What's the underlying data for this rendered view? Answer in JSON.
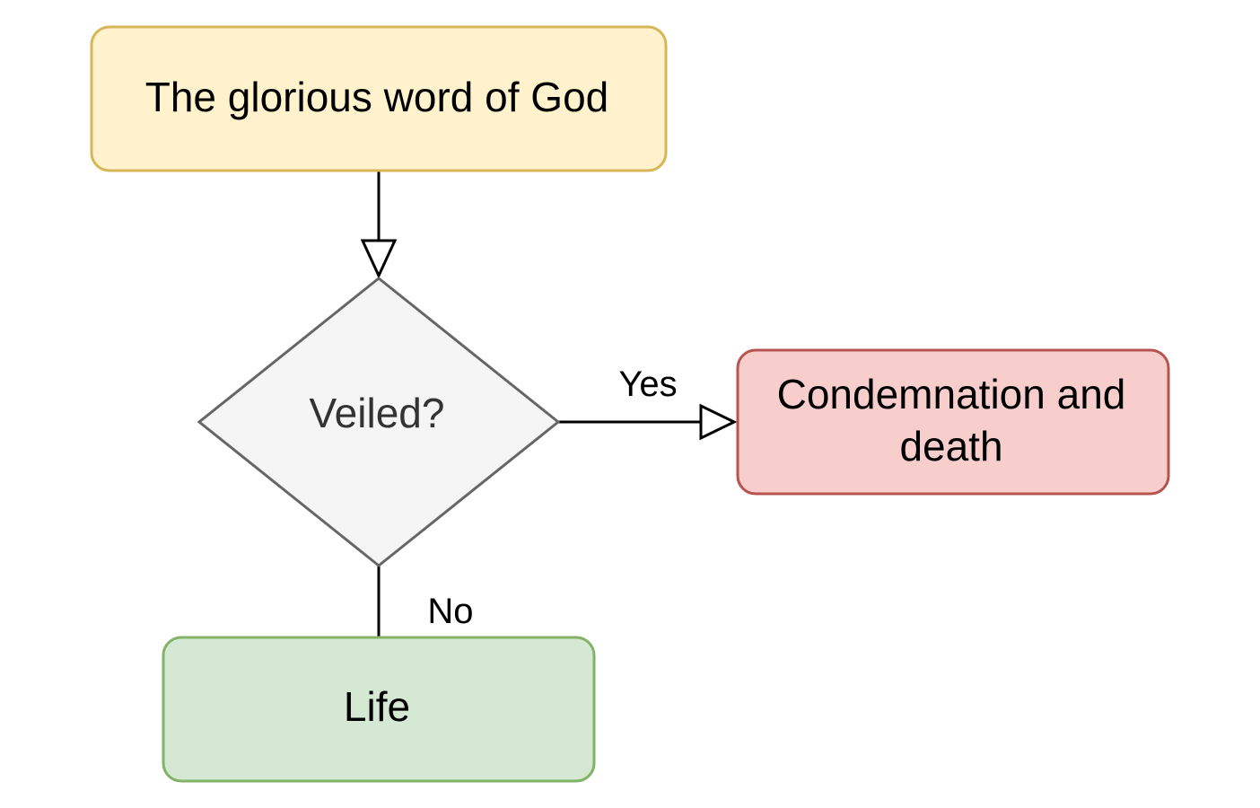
{
  "diagram": {
    "nodes": {
      "start": {
        "label": "The glorious word of God",
        "fill": "#fff2cc",
        "stroke": "#d6b656"
      },
      "decision": {
        "label": "Veiled?",
        "fill": "#f5f5f5",
        "stroke": "#666666"
      },
      "condemnation": {
        "label_line1": "Condemnation and",
        "label_line2": "death",
        "fill": "#f8cecc",
        "stroke": "#b85450"
      },
      "life": {
        "label": "Life",
        "fill": "#d5e8d4",
        "stroke": "#82b366"
      }
    },
    "edges": {
      "yes_label": "Yes",
      "no_label": "No"
    }
  }
}
